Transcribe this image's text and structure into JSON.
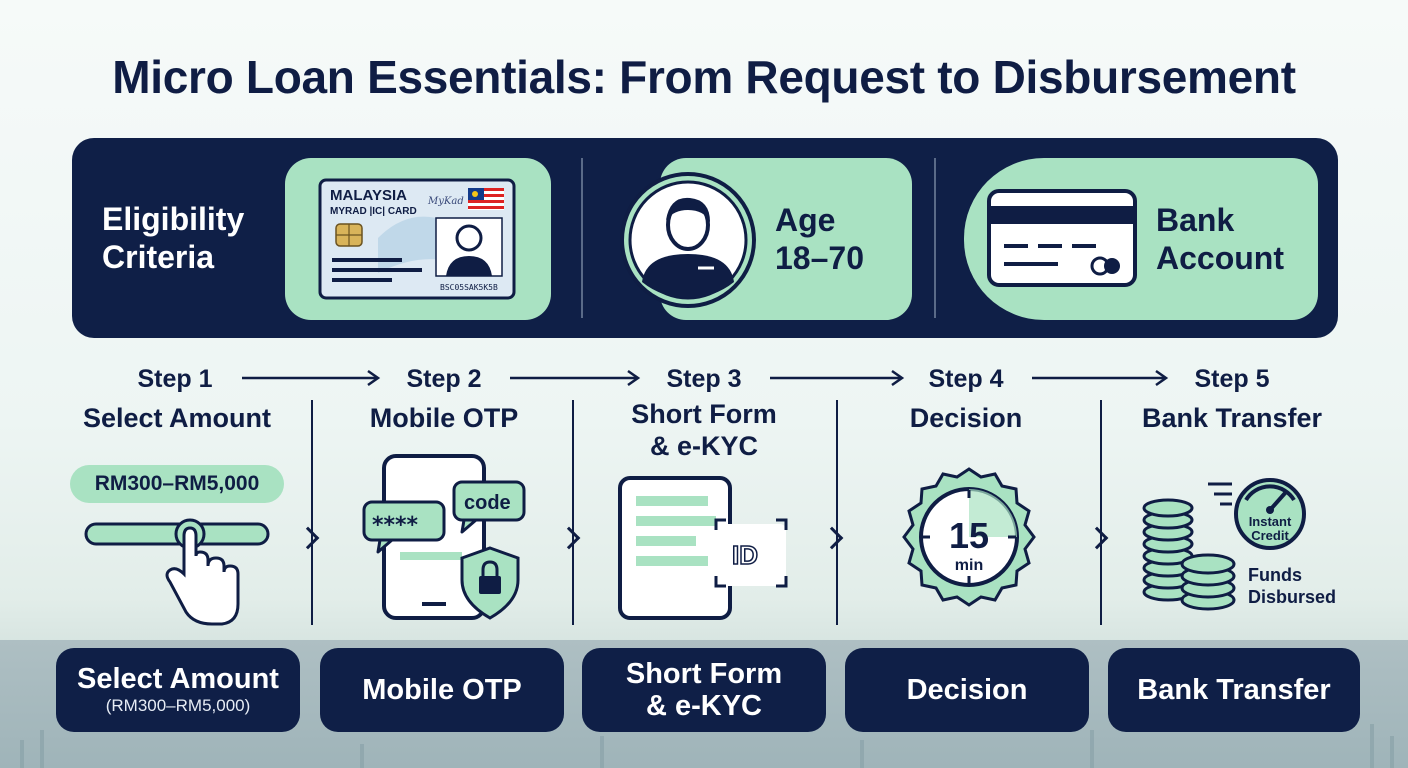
{
  "title": "Micro Loan Essentials: From Request to Disbursement",
  "eligibility": {
    "label_line1": "Eligibility",
    "label_line2": "Criteria",
    "id_card": {
      "country": "MALAYSIA",
      "card_name": "MYRAD |IC| CARD",
      "brand": "MyKad",
      "number": "BSC05SAK5K5B"
    },
    "age": {
      "line1": "Age",
      "line2": "18–70"
    },
    "bank": {
      "line1": "Bank",
      "line2": "Account"
    }
  },
  "steps": [
    {
      "label": "Step 1",
      "title": "Select Amount",
      "title2": ""
    },
    {
      "label": "Step 2",
      "title": "Mobile OTP",
      "title2": ""
    },
    {
      "label": "Step 3",
      "title": "Short Form",
      "title2": "& e-KYC"
    },
    {
      "label": "Step 4",
      "title": "Decision",
      "title2": ""
    },
    {
      "label": "Step 5",
      "title": "Bank Transfer",
      "title2": ""
    }
  ],
  "step_details": {
    "amount_range": "RM300–RM5,000",
    "otp_mask": "****",
    "otp_code": "code",
    "id_text": "ID",
    "decision_number": "15",
    "decision_unit": "min",
    "instant_line1": "Instant",
    "instant_line2": "Credit",
    "funds_line1": "Funds",
    "funds_line2": "Disbursed"
  },
  "bottom_buttons": [
    {
      "main": "Select Amount",
      "sub": "(RM300–RM5,000)"
    },
    {
      "main": "Mobile OTP",
      "sub": ""
    },
    {
      "main": "Short Form",
      "sub": "& e-KYC"
    },
    {
      "main": "Decision",
      "sub": ""
    },
    {
      "main": "Bank Transfer",
      "sub": ""
    }
  ],
  "colors": {
    "navy": "#0f1f47",
    "mint": "#a9e2c2",
    "background": "#f2f8f6"
  }
}
